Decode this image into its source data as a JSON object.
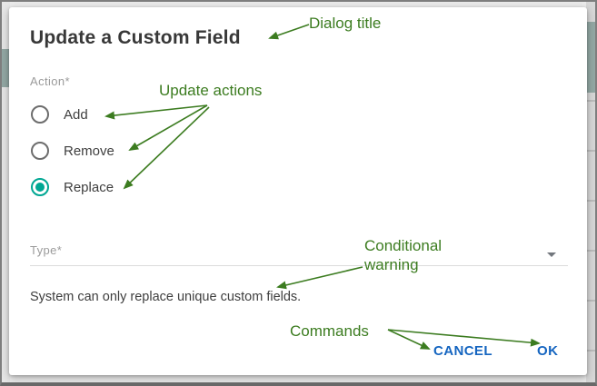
{
  "dialog": {
    "title": "Update a Custom Field",
    "action_field": {
      "label": "Action*",
      "options": [
        {
          "label": "Add",
          "selected": false
        },
        {
          "label": "Remove",
          "selected": false
        },
        {
          "label": "Replace",
          "selected": true
        }
      ],
      "selected_option": "Replace"
    },
    "type_field": {
      "label": "Type*",
      "value": "",
      "icon": "chevron-down-icon"
    },
    "warning": "System can only replace unique custom fields.",
    "buttons": {
      "cancel": "CANCEL",
      "ok": "OK"
    }
  },
  "annotations": {
    "dialog_title": "Dialog title",
    "update_actions": "Update actions",
    "conditional_warning": "Conditional warning",
    "commands": "Commands"
  },
  "colors": {
    "accent": "#00a793",
    "halo": "#cdeee8",
    "green": "#3c7c20",
    "blue": "#1565c0"
  }
}
